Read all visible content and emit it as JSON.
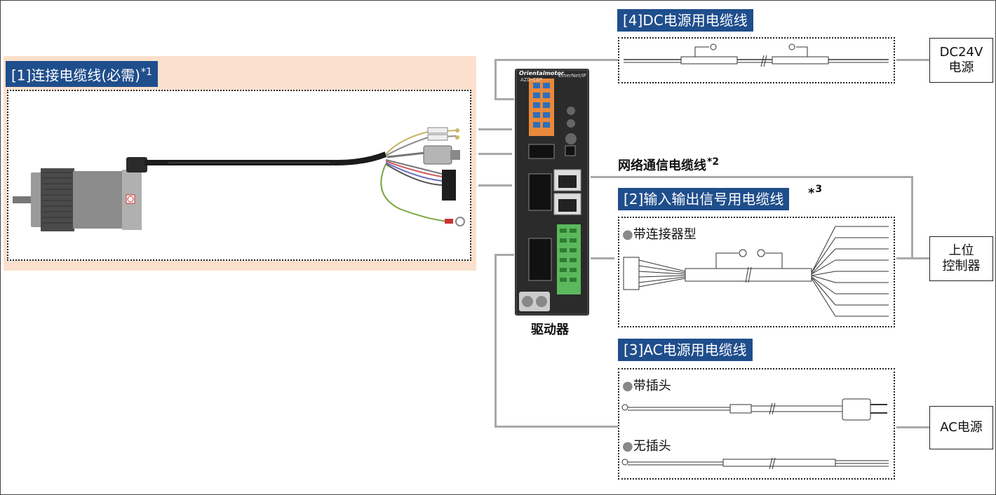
{
  "cable1": {
    "title": "[1]连接电缆线(必需)",
    "mark": "*",
    "note": "1"
  },
  "cable4": {
    "title": "[4]DC电源用电缆线"
  },
  "network": {
    "label": "网络通信电缆线",
    "mark": "*",
    "note": "2"
  },
  "cable2": {
    "title": "[2]输入输出信号用电缆线",
    "mark": "*",
    "note": "3",
    "variant": "带连接器型"
  },
  "cable3": {
    "title": "[3]AC电源用电缆线",
    "variant_plug": "带插头",
    "variant_noplug": "无插头"
  },
  "driver": {
    "label": "驱动器",
    "brand": "Orientalmotor",
    "model": "AZD-CEP",
    "protocol": "EtherNet/IP"
  },
  "boxes": {
    "dc24v": [
      "DC24V",
      "电源"
    ],
    "host": [
      "上位",
      "控制器"
    ],
    "ac": "AC电源"
  },
  "colors": {
    "title_bg": "#1f4e8c",
    "highlight": "#fbe0cd",
    "connector_orange": "#e8883a",
    "connector_green": "#4caf50"
  },
  "icons": [
    "motor-icon",
    "driver-icon",
    "cable-icon",
    "plug-icon"
  ]
}
